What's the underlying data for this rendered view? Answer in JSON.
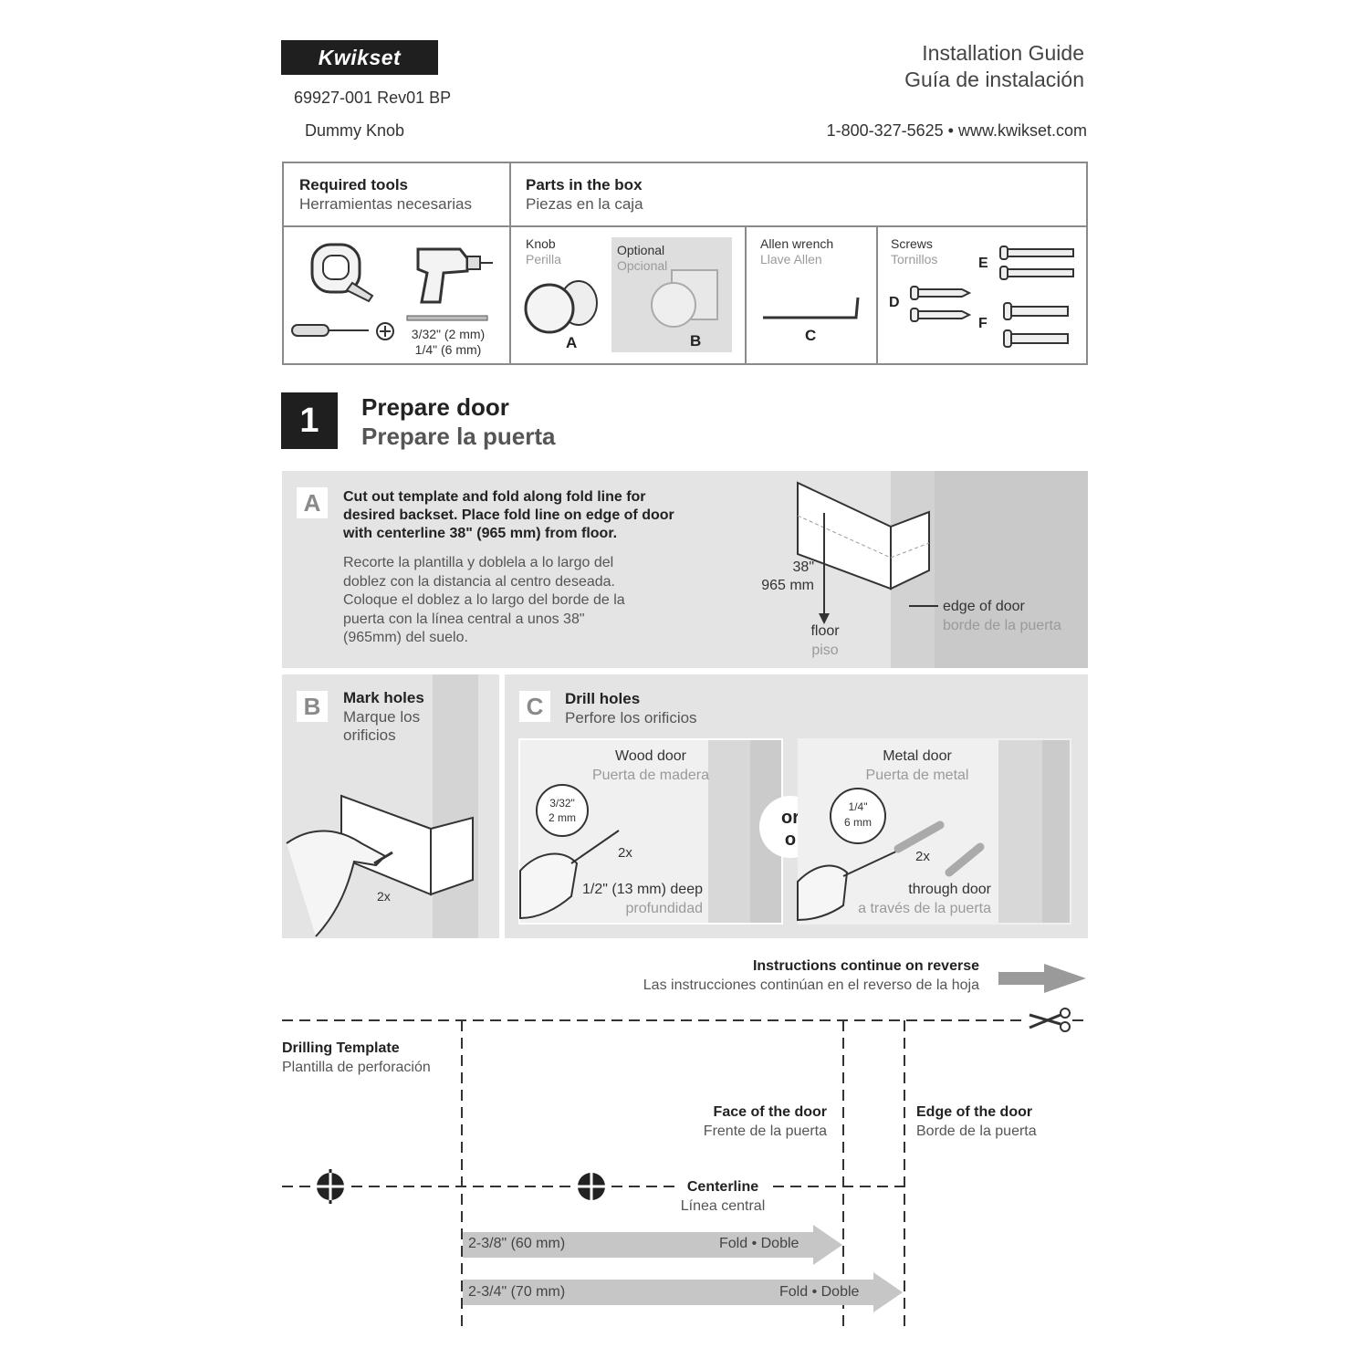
{
  "header": {
    "brand": "Kwikset",
    "part_number": "69927-001 Rev01  BP",
    "product": "Dummy Knob",
    "title_en": "Installation Guide",
    "title_es": "Guía de instalación",
    "contact": "1-800-327-5625 • www.kwikset.com"
  },
  "tools": {
    "heading_en": "Required tools",
    "heading_es": "Herramientas necesarias",
    "drill_bits_1": "3/32\" (2 mm)",
    "drill_bits_2": "1/4\" (6 mm)"
  },
  "parts": {
    "heading_en": "Parts in the box",
    "heading_es": "Piezas en la caja",
    "knob_en": "Knob",
    "knob_es": "Perilla",
    "knob_letter": "A",
    "optional_en": "Optional",
    "optional_es": "Opcional",
    "optional_letter": "B",
    "allen_en": "Allen wrench",
    "allen_es": "Llave Allen",
    "allen_letter": "C",
    "screws_en": "Screws",
    "screws_es": "Tornillos",
    "screw_d": "D",
    "screw_e": "E",
    "screw_f": "F"
  },
  "step1": {
    "number": "1",
    "title_en": "Prepare door",
    "title_es": "Prepare la puerta",
    "a": {
      "letter": "A",
      "text_en": "Cut out template and fold along fold line for desired backset. Place fold line on edge of door with centerline 38\" (965 mm) from floor.",
      "text_es": "Recorte la plantilla y doblela a lo largo del doblez con la distancia al centro deseada. Coloque el doblez a lo largo del borde de la puerta con la línea central a unos 38\" (965mm) del suelo.",
      "height_in": "38\"",
      "height_mm": "965 mm",
      "floor_en": "floor",
      "floor_es": "piso",
      "edge_en": "edge of door",
      "edge_es": "borde de la puerta"
    },
    "b": {
      "letter": "B",
      "title_en": "Mark holes",
      "title_es": "Marque los orificios",
      "count": "2x"
    },
    "c": {
      "letter": "C",
      "title_en": "Drill holes",
      "title_es": "Perfore los orificios",
      "wood_en": "Wood door",
      "wood_es": "Puerta de madera",
      "wood_bit_in": "3/32\"",
      "wood_bit_mm": "2 mm",
      "wood_count": "2x",
      "wood_depth_en": "1/2\" (13 mm) deep",
      "wood_depth_es": "profundidad",
      "or_en": "or",
      "or_es": "o",
      "metal_en": "Metal door",
      "metal_es": "Puerta de metal",
      "metal_bit_in": "1/4\"",
      "metal_bit_mm": "6 mm",
      "metal_count": "2x",
      "metal_through_en": "through door",
      "metal_through_es": "a través de la puerta"
    }
  },
  "continue": {
    "en": "Instructions continue on reverse",
    "es": "Las instrucciones continúan en el reverso de la hoja"
  },
  "template": {
    "title_en": "Drilling Template",
    "title_es": "Plantilla de perforación",
    "face_en": "Face of the door",
    "face_es": "Frente de la puerta",
    "edge_en": "Edge of the door",
    "edge_es": "Borde de la puerta",
    "centerline_en": "Centerline",
    "centerline_es": "Línea central",
    "backset_1": "2-3/8\" (60 mm)",
    "backset_2": "2-3/4\" (70 mm)",
    "fold": "Fold • Doble"
  }
}
